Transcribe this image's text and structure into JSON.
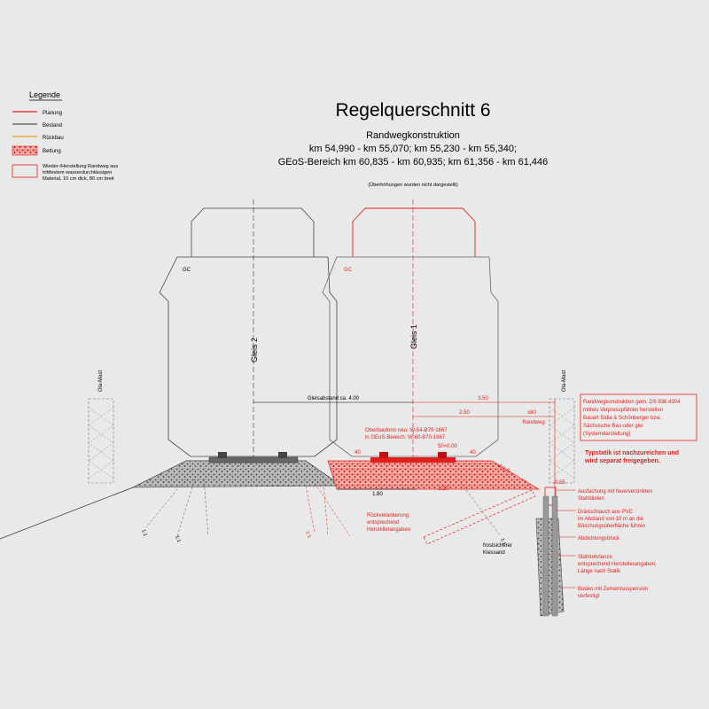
{
  "title": "Regelquerschnitt 6",
  "subtitle": "Randwegkonstruktion",
  "km_line_1": "km 54,990 - km 55,070; km 55,230 - km 55,340;",
  "km_line_2": "GEoS-Bereich km 60,835 - km 60,935; km 61,356 - km 61,446",
  "note": "(Überhöhungen wurden nicht dargestellt)",
  "legend": {
    "heading": "Legende",
    "items": [
      {
        "label": "Planung",
        "color": "#e02020"
      },
      {
        "label": "Bestand",
        "color": "#555555"
      },
      {
        "label": "Rückbau",
        "color": "#e0a020"
      },
      {
        "label": "Bettung",
        "color": "#e02020"
      }
    ],
    "randweg_lines": [
      "Wieder-/Herstellung Randweg aus",
      "trittfestem wasserdurchlässigen",
      "Material, 10 cm dick, 80 cm breit"
    ]
  },
  "labels": {
    "gc_left": "GC",
    "gc_right": "GC",
    "gleis2": "Gleis 2",
    "gleis1": "Gleis 1",
    "ola_left": "Ola-Mast",
    "ola_right": "Ola-Mast",
    "gleisabstand": "Gleisabstand ca. 4.00",
    "dim_350": "3.50",
    "dim_250": "2.50",
    "dim_x80": "x80",
    "randweg": "Randweg",
    "ob_1": "Oberbauform neu: W-54-B70-1667",
    "ob_2": "in GEoS-Bereich: W-60-B70-1667",
    "dim_40a": "40",
    "dim_50": "50+0.00",
    "dim_40b": "40",
    "dim_180": "1.80",
    "dim_120": "1:20",
    "dim_15": "1:1,5",
    "slope_a": "1:1",
    "slope_b": "1:1",
    "slope_c": "1:1",
    "slope_d": "1:1",
    "elev": "-0.85",
    "rueck_1": "Rückverankerung",
    "rueck_2": "entsprechend",
    "rueck_3": "Herstellerangaben",
    "frost_1": "frostsicherer",
    "frost_2": "Kiessand"
  },
  "box": {
    "lines": [
      "Randwegkonstruktion gem. DS 836.4304",
      "mittels Verpresspfählen herstellen",
      "Bauart Sidia & Schönberger bzw.",
      "Sächsische Bau oder glw.",
      "(Systemdarstellung)"
    ],
    "note_1": "Typstatik ist nachzureichen und",
    "note_2": "wird separat freigegeben."
  },
  "annotations": [
    "Ausfachung mit feuerverzinkten",
    "Stahldielen",
    "Dränschlauch aus PVC",
    "im Abstand von 10 m an die",
    "Böschungsoberfläche führen",
    "Abdichtungsblock",
    "Stahlrohrlanze",
    "entsprechend Herstellerangaben,",
    "Länge nach Statik",
    "Boden mit Zementsuspension",
    "verfestigt"
  ]
}
